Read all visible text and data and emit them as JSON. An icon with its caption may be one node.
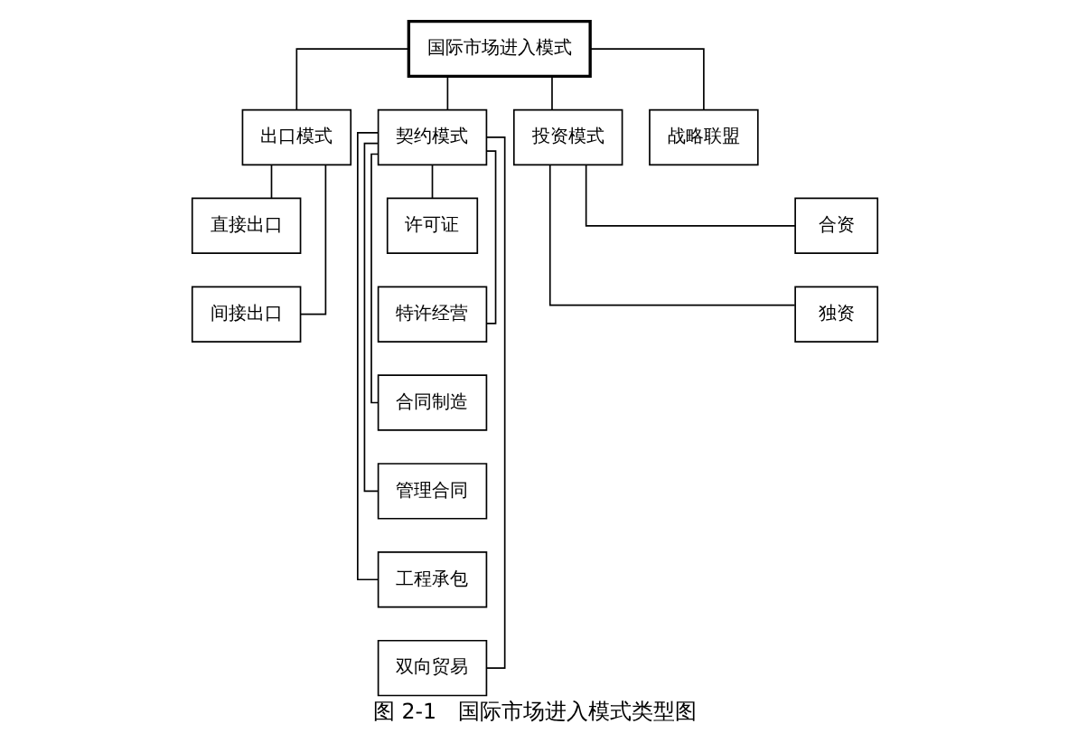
{
  "diagram": {
    "caption": "图 2-1　国际市场进入模式类型图",
    "nodes": [
      {
        "text": [
          "国际市场进入模式"
        ]
      },
      {
        "text": [
          "出口模式"
        ]
      },
      {
        "text": [
          "契约模式"
        ]
      },
      {
        "text": [
          "投资模式"
        ]
      },
      {
        "text": [
          "战略联盟"
        ]
      },
      {
        "text": [
          "直接出口"
        ]
      },
      {
        "text": [
          "间接出口"
        ]
      },
      {
        "text": [
          "许可证"
        ]
      },
      {
        "text": [
          "特许经营"
        ]
      },
      {
        "text": [
          "合同制造"
        ]
      },
      {
        "text": [
          "管理合同"
        ]
      },
      {
        "text": [
          "工程承包"
        ]
      },
      {
        "text": [
          "双向贸易"
        ]
      },
      {
        "text": [
          "合资"
        ]
      },
      {
        "text": [
          "独资"
        ]
      }
    ],
    "edges": [
      {
        "from": 0,
        "to": 1,
        "arrow": "none"
      },
      {
        "from": 0,
        "to": 2,
        "arrow": "none"
      },
      {
        "from": 0,
        "to": 3,
        "arrow": "none"
      },
      {
        "from": 0,
        "to": 4,
        "arrow": "none"
      },
      {
        "from": 1,
        "to": 5,
        "arrow": "none"
      },
      {
        "from": 1,
        "to": 6,
        "arrow": "none"
      },
      {
        "from": 2,
        "to": 7,
        "arrow": "none"
      },
      {
        "from": 2,
        "to": 8,
        "arrow": "none"
      },
      {
        "from": 2,
        "to": 9,
        "arrow": "none"
      },
      {
        "from": 2,
        "to": 10,
        "arrow": "none"
      },
      {
        "from": 2,
        "to": 11,
        "arrow": "none"
      },
      {
        "from": 2,
        "to": 12,
        "arrow": "none"
      },
      {
        "from": 3,
        "to": 13,
        "arrow": "none"
      },
      {
        "from": 3,
        "to": 14,
        "arrow": "none"
      }
    ]
  }
}
